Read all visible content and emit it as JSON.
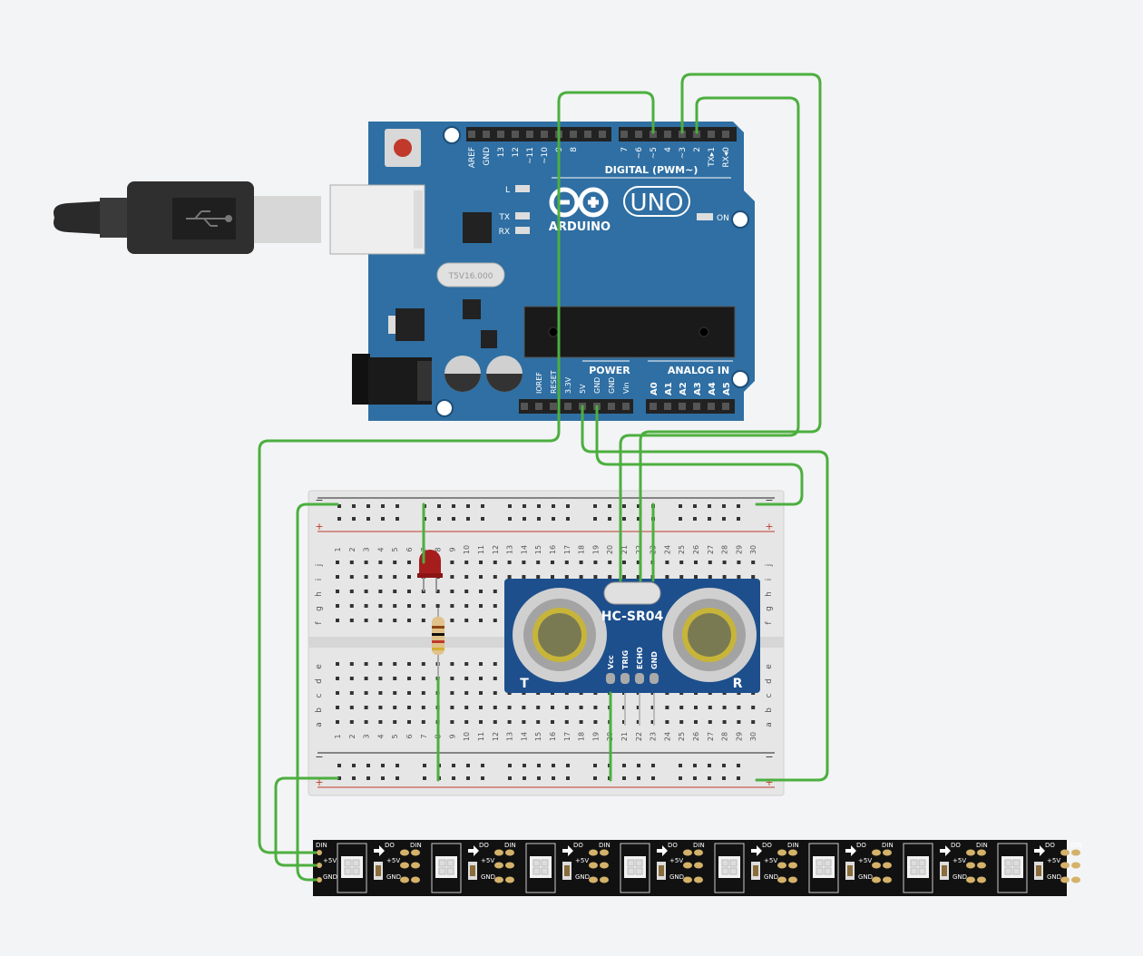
{
  "arduino": {
    "brand": "ARDUINO",
    "model": "UNO",
    "header_digital": "DIGITAL (PWM~)",
    "header_power": "POWER",
    "header_analog": "ANALOG IN",
    "led_l": "L",
    "led_tx": "TX",
    "led_rx": "RX",
    "led_on": "ON",
    "crystal": "T5V16.000",
    "top_pins": [
      "AREF",
      "GND",
      "13",
      "12",
      "~11",
      "~10",
      "~9",
      "8",
      "7",
      "~6",
      "~5",
      "4",
      "~3",
      "2",
      "TX▸1",
      "RX◂0"
    ],
    "power_pins": [
      "IOREF",
      "RESET",
      "3.3V",
      "5V",
      "GND",
      "GND",
      "Vin"
    ],
    "analog_pins": [
      "A0",
      "A1",
      "A2",
      "A3",
      "A4",
      "A5"
    ]
  },
  "breadboard": {
    "rail_minus": "−",
    "rail_plus": "+",
    "row_letters_top": [
      "j",
      "i",
      "h",
      "g",
      "f"
    ],
    "row_letters_bottom": [
      "e",
      "d",
      "c",
      "b",
      "a"
    ],
    "column_count": 30
  },
  "sensor": {
    "name": "HC-SR04",
    "pins": [
      "Vcc",
      "TRIG",
      "ECHO",
      "GND"
    ],
    "left_mark": "T",
    "right_mark": "R"
  },
  "led_strip": {
    "pixel_count": 8,
    "labels": {
      "din": "DIN",
      "do": "DO",
      "v5": "+5V",
      "gnd": "GND"
    }
  },
  "colors": {
    "background": "#f3f4f6",
    "wire": "#4caf3f",
    "arduino_board": "#2f6fa3",
    "breadboard": "#e6e6e6",
    "sensor_board": "#1d4f8c",
    "strip": "#111111"
  }
}
